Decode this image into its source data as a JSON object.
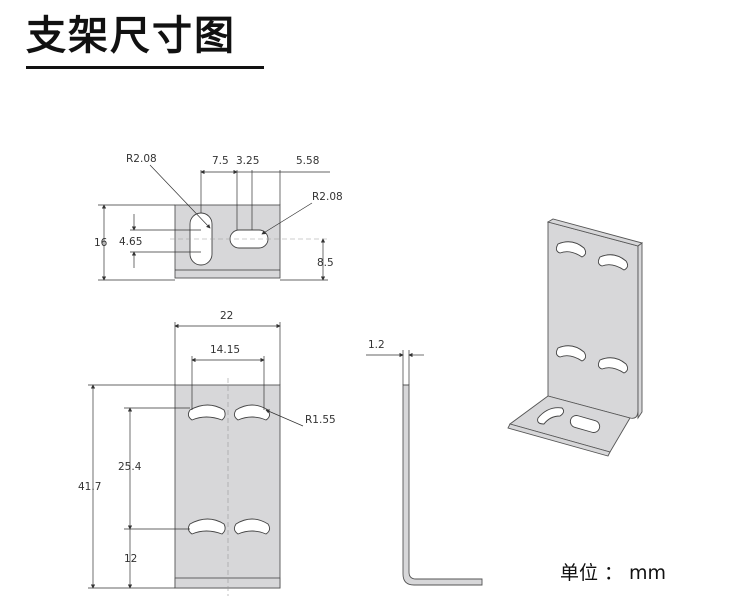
{
  "title": "支架尺寸图",
  "units": {
    "label": "单位",
    "sep": "：",
    "value": "mm"
  },
  "dims": {
    "top_view": {
      "r_left": "R2.08",
      "d_7_5": "7.5",
      "d_3_25": "3.25",
      "d_5_58": "5.58",
      "r_right": "R2.08",
      "h_16": "16",
      "h_4_65": "4.65",
      "h_8_5": "8.5"
    },
    "front_view": {
      "w_22": "22",
      "w_14_15": "14.15",
      "r_1_55": "R1.55",
      "h_41_7": "41.7",
      "h_25_4": "25.4",
      "h_12": "12"
    },
    "side_view": {
      "t_1_2": "1.2"
    }
  }
}
